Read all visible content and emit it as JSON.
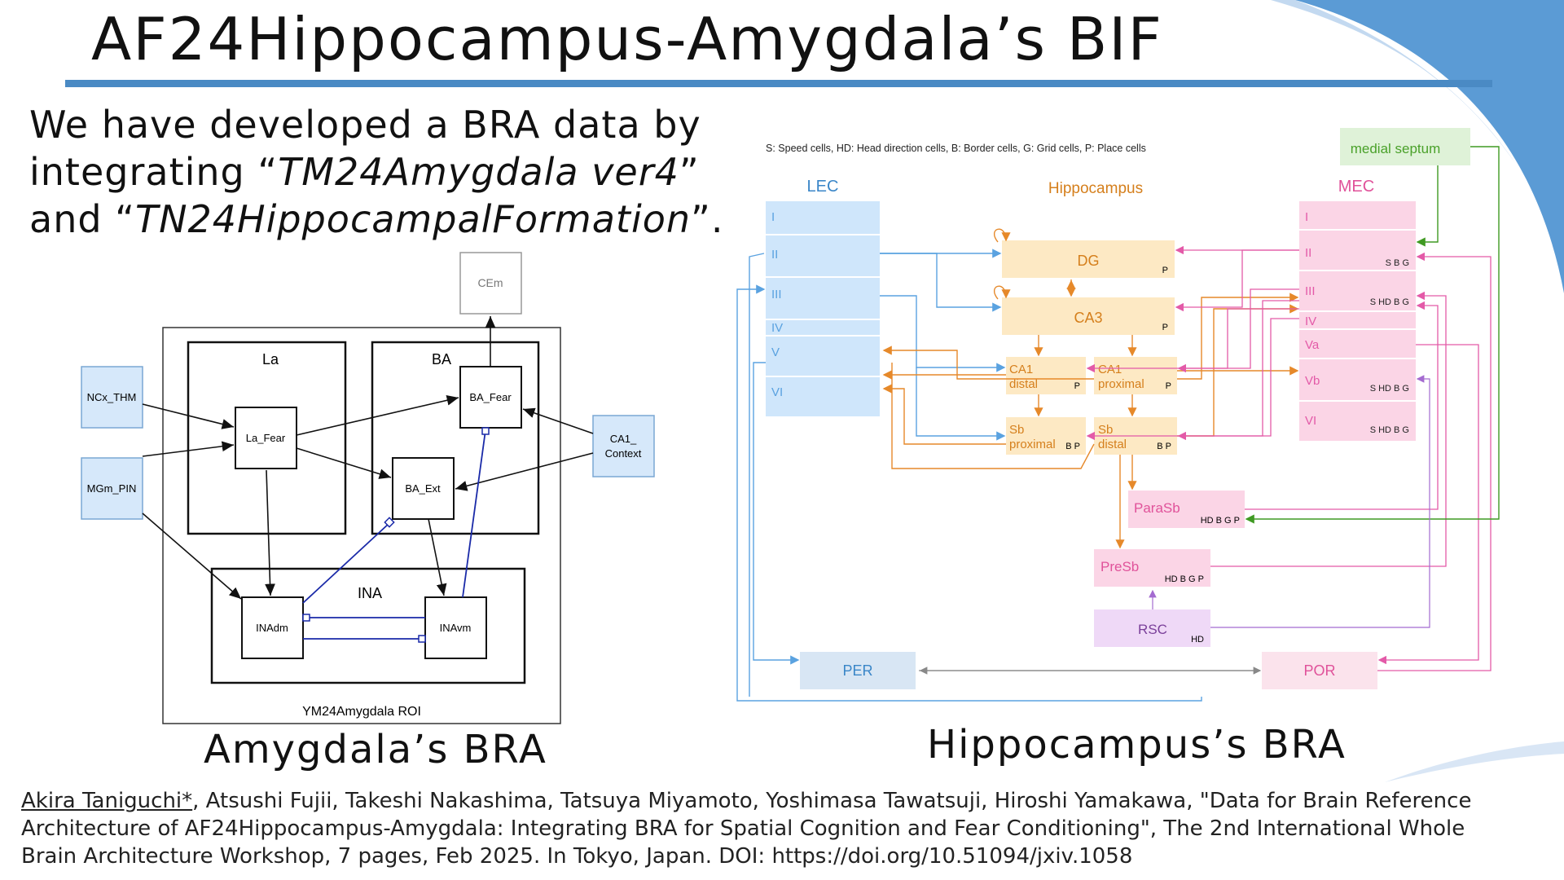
{
  "slide": {
    "title": "AF24Hippocampus-Amygdala’s BIF",
    "intro": {
      "line1": "We have developed a BRA data by",
      "line2_prefix": "integrating “",
      "line2_italic": "TM24Amygdala ver4",
      "line2_suffix": "”",
      "line3_prefix": "and “",
      "line3_italic": "TN24HippocampalFormation",
      "line3_suffix": "”."
    },
    "accent_color": "#4a8ac4"
  },
  "amygdala": {
    "caption": "Amygdala’s BRA",
    "roi_label": "YM24Amygdala ROI",
    "groups": {
      "la": "La",
      "ba": "BA",
      "ina": "INA"
    },
    "nodes": {
      "cem": "CEm",
      "ncx_thm": "NCx_THM",
      "mgm_pin": "MGm_PIN",
      "la_fear": "La_Fear",
      "ba_fear": "BA_Fear",
      "ba_ext": "BA_Ext",
      "ca1_context_1": "CA1_",
      "ca1_context_2": "Context",
      "inadm": "INAdm",
      "inavm": "INAvm"
    }
  },
  "hippocampus": {
    "caption": "Hippocampus’s BRA",
    "legend": "S: Speed cells, HD: Head direction cells, B: Border cells, G: Grid cells, P: Place cells",
    "regions": {
      "lec": "LEC",
      "hippocampus": "Hippocampus",
      "mec": "MEC"
    },
    "medial_septum": "medial septum",
    "lec_layers": [
      "I",
      "II",
      "III",
      "IV",
      "V",
      "VI"
    ],
    "mec_layers": [
      {
        "name": "I",
        "cells": ""
      },
      {
        "name": "II",
        "cells": "S B G"
      },
      {
        "name": "III",
        "cells": "S HD B G"
      },
      {
        "name": "IV",
        "cells": ""
      },
      {
        "name": "Va",
        "cells": ""
      },
      {
        "name": "Vb",
        "cells": "S HD B G"
      },
      {
        "name": "VI",
        "cells": "S HD B G"
      }
    ],
    "nodes": {
      "dg": {
        "label": "DG",
        "cells": "P"
      },
      "ca3": {
        "label": "CA3",
        "cells": "P"
      },
      "ca1_distal": {
        "label1": "CA1",
        "label2": "distal",
        "cells": "P"
      },
      "ca1_proximal": {
        "label1": "CA1",
        "label2": "proximal",
        "cells": "P"
      },
      "sb_proximal": {
        "label1": "Sb",
        "label2": "proximal",
        "cells": "B P"
      },
      "sb_distal": {
        "label1": "Sb",
        "label2": "distal",
        "cells": "B P"
      },
      "parasb": {
        "label": "ParaSb",
        "cells": "HD B G P"
      },
      "presb": {
        "label": "PreSb",
        "cells": "HD B G P"
      },
      "rsc": {
        "label": "RSC",
        "cells": "HD"
      },
      "per": {
        "label": "PER"
      },
      "por": {
        "label": "POR"
      }
    },
    "colors": {
      "lec": "#cfe6fb",
      "lec_text": "#3a86c8",
      "hip": "#fde9c4",
      "hip_text": "#d57f1c",
      "mec": "#fbd5e6",
      "mec_text": "#e0529a",
      "septum": "#dff2d8",
      "septum_text": "#4aa12a",
      "rsc": "#efd9f7",
      "rsc_text": "#7a3f9a",
      "per": "#d8e6f4",
      "por": "#fbe3ec"
    }
  },
  "citation": {
    "first_author": "Akira Taniguchi*",
    "line1_rest": ", Atsushi Fujii, Takeshi Nakashima, Tatsuya Miyamoto, Yoshimasa Tawatsuji, Hiroshi Yamakawa, \"Data for Brain Reference",
    "line2": "Architecture of AF24Hippocampus-Amygdala: Integrating BRA for Spatial Cognition and Fear Conditioning\", The 2nd International Whole",
    "line3": "Brain Architecture Workshop, 7 pages, Feb 2025. In Tokyo, Japan. DOI: https://doi.org/10.51094/jxiv.1058"
  }
}
